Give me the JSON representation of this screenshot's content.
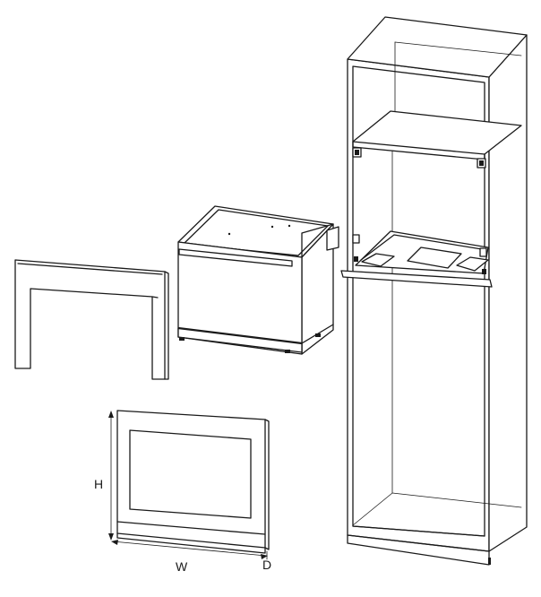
{
  "labels": {
    "height": "H",
    "width": "W",
    "depth": "D"
  }
}
